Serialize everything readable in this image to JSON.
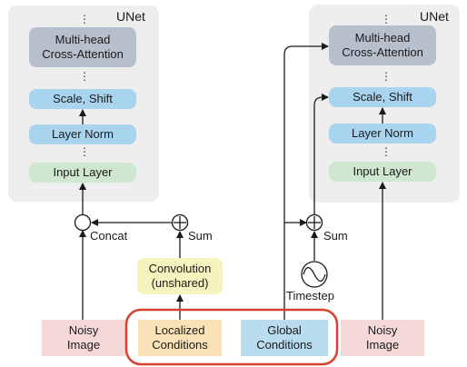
{
  "left_unet": {
    "title": "UNet",
    "blocks": {
      "attention": "Multi-head\nCross-Attention",
      "scale_shift": "Scale, Shift",
      "layer_norm": "Layer Norm",
      "input_layer": "Input Layer"
    }
  },
  "right_unet": {
    "title": "UNet",
    "blocks": {
      "attention": "Multi-head\nCross-Attention",
      "scale_shift": "Scale, Shift",
      "layer_norm": "Layer Norm",
      "input_layer": "Input Layer"
    }
  },
  "ellipsis": "⋮",
  "operators": {
    "concat_symbol": "©",
    "concat_label": "Concat",
    "sum_label_left": "Sum",
    "sum_label_right": "Sum"
  },
  "convolution": "Convolution\n(unshared)",
  "timestep_label": "Timestep",
  "inputs": {
    "noisy_left": "Noisy\nImage",
    "localized": "Localized\nConditions",
    "global": "Global\nConditions",
    "noisy_right": "Noisy\nImage"
  },
  "colors": {
    "panel": "#eeeeee",
    "attention": "#b8bfcc",
    "norm_blocks": "#a8d4f0",
    "input_layer": "#cfe6cf",
    "convolution": "#f7f3bf",
    "noisy_image": "#f5d9d9",
    "localized": "#fbe2b6",
    "global": "#b9dcef",
    "highlight_border": "#d9412f"
  }
}
